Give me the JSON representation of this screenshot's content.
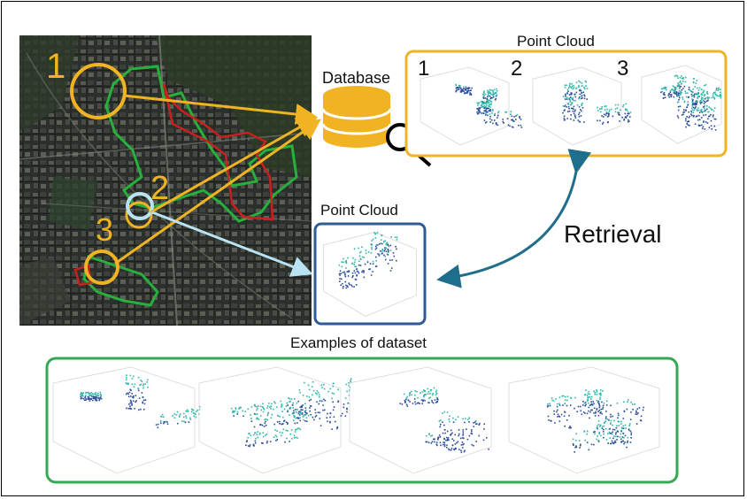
{
  "figure": {
    "database_label": "Database",
    "top_cloud_title": "Point Cloud",
    "top_cloud_numbers": [
      "1",
      "2",
      "3"
    ],
    "query_cloud_title": "Point Cloud",
    "retrieval_label": "Retrieval",
    "map_markers": [
      "1",
      "2",
      "3"
    ],
    "examples_title": "Examples of dataset"
  },
  "colors": {
    "orange": "#f0b323",
    "green_route": "#27b03c",
    "red_route": "#c8201e",
    "query_circle": "#b9e3f2",
    "query_box": "#2e5b95",
    "arrow_blue": "#1f6e8c",
    "examples_box": "#34a853",
    "cloud_blue": "#2a4d9b",
    "cloud_teal": "#31b6a8"
  }
}
